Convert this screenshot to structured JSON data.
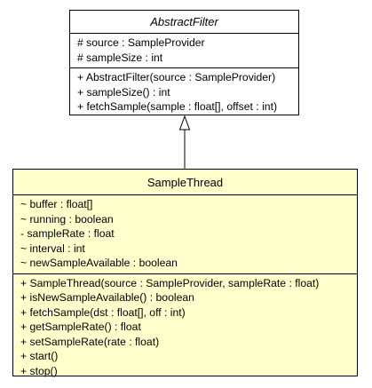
{
  "abstract_filter": {
    "name": "AbstractFilter",
    "attributes": [
      "# source : SampleProvider",
      "# sampleSize : int"
    ],
    "operations": [
      "+ AbstractFilter(source : SampleProvider)",
      "+ sampleSize() : int",
      "+ fetchSample(sample : float[], offset : int)"
    ]
  },
  "sample_thread": {
    "name": "SampleThread",
    "attributes": [
      "~ buffer : float[]",
      "~ running : boolean",
      "- sampleRate : float",
      "~ interval : int",
      "~ newSampleAvailable : boolean"
    ],
    "operations": [
      "+ SampleThread(source : SampleProvider, sampleRate : float)",
      "+ isNewSampleAvailable() : boolean",
      "+ fetchSample(dst : float[], off : int)",
      "+ getSampleRate() : float",
      "+ setSampleRate(rate : float)",
      "+ start()",
      "+ stop()"
    ]
  },
  "relationship": {
    "type": "generalization",
    "from": "SampleThread",
    "to": "AbstractFilter"
  },
  "colors": {
    "subclass_fill": "#ffffcc",
    "superclass_fill": "#ffffff",
    "line": "#000000"
  }
}
